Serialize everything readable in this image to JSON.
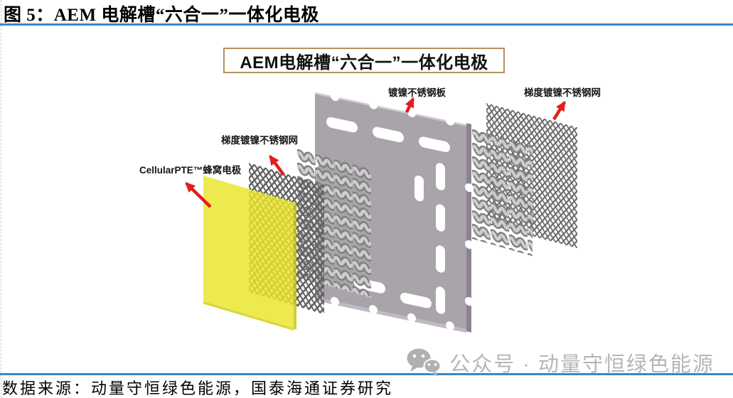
{
  "figure": {
    "title": "图 5：AEM 电解槽“六合一”一体化电极",
    "source": "数据来源：动量守恒绿色能源，国泰海通证券研究"
  },
  "diagram": {
    "title": "AEM电解槽“六合一”一体化电极",
    "labels": {
      "cellular": "CellularPTE™蜂窝电极",
      "mesh_front": "梯度镀镍不锈钢网",
      "plate": "镀镍不锈钢板",
      "mesh_back": "梯度镀镍不锈钢网"
    },
    "parts": [
      "honeycomb-electrode",
      "gradient-mesh-front",
      "wavy-mesh-front",
      "steel-plate",
      "wavy-mesh-back",
      "gradient-mesh-back"
    ]
  },
  "watermark": {
    "icon": "wechat-icon",
    "text": "公众号 · 动量守恒绿色能源"
  },
  "colors": {
    "accent_blue": "#3d86c3",
    "arrow_red": "#e01f1f",
    "electrode_yellow": "#e9e62e",
    "plate_gray": "#a9a3aa",
    "plate_side_purple": "#8d8294",
    "title_box_border": "#b5915f",
    "watermark_gray": "#b6b6b6"
  }
}
